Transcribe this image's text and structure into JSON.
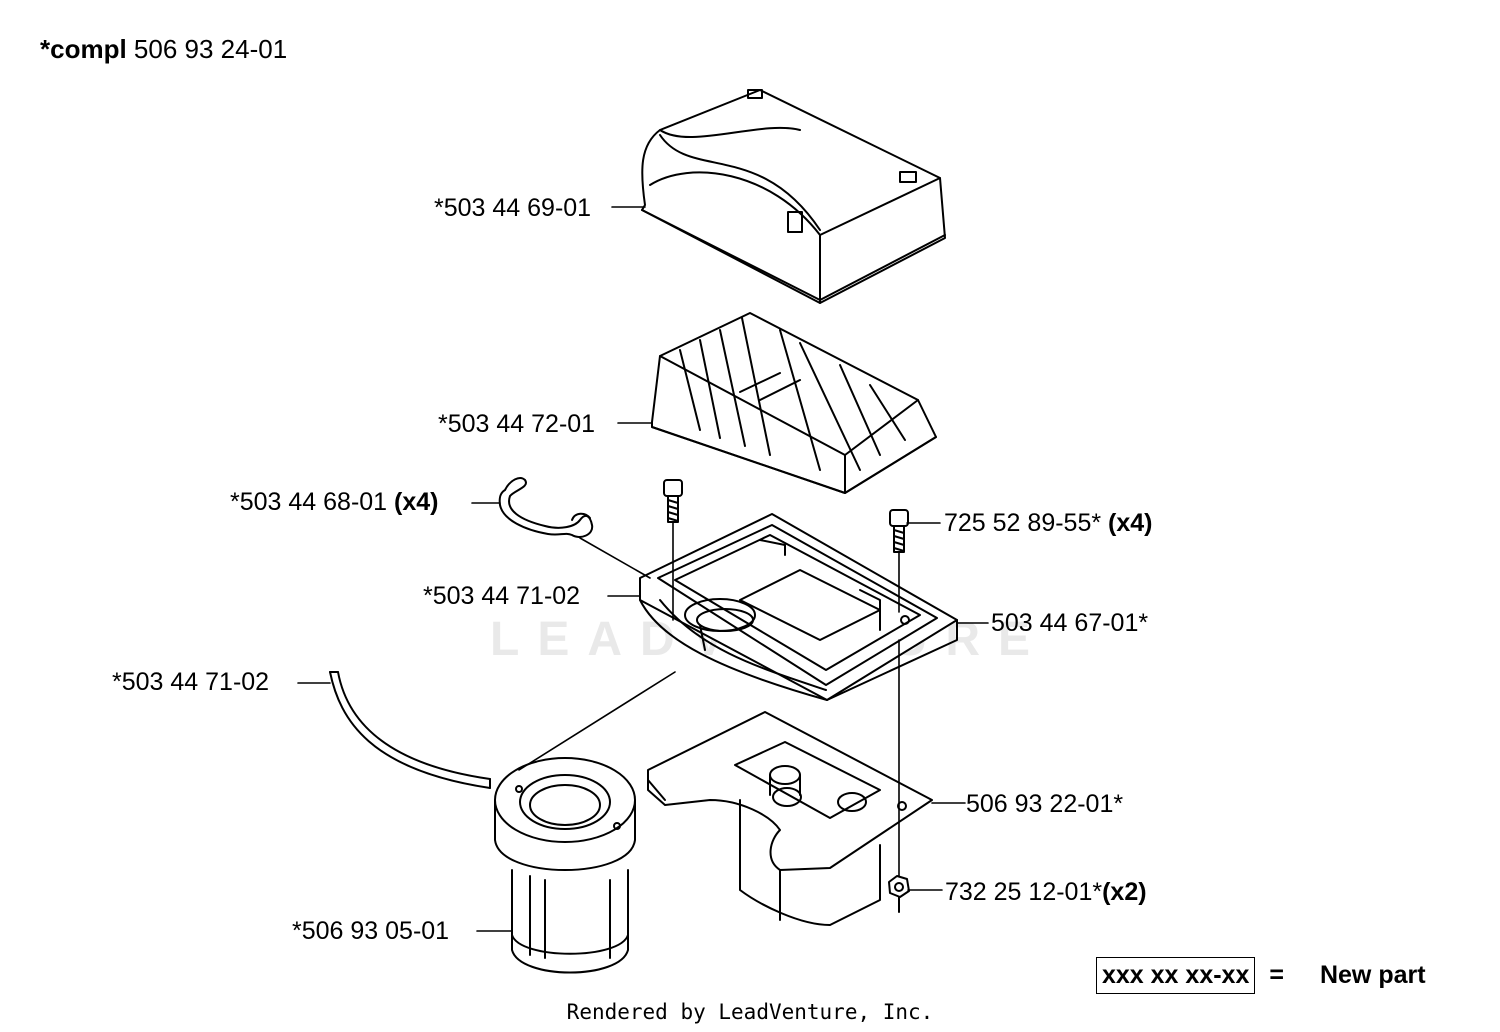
{
  "title": {
    "bold": "*compl",
    "number": "506 93 24-01"
  },
  "parts": {
    "cover": {
      "number": "*503 44 69-01",
      "qty": ""
    },
    "filter": {
      "number": "*503 44 72-01",
      "qty": ""
    },
    "clip": {
      "number": "*503 44 68-01",
      "qty": "(x4)"
    },
    "seal_upper": {
      "number": "*503 44 71-02",
      "qty": ""
    },
    "seal_lower": {
      "number": "*503 44 71-02",
      "qty": ""
    },
    "prefilter": {
      "number": "*506 93 05-01",
      "qty": ""
    },
    "screw": {
      "number": "725 52 89-55*",
      "qty": "(x4)"
    },
    "holder": {
      "number": "503 44 67-01*",
      "qty": ""
    },
    "plate": {
      "number": "506 93 22-01*",
      "qty": ""
    },
    "nut": {
      "number": "732 25 12-01*",
      "qty": "(x2)"
    }
  },
  "legend": {
    "box": "xxx xx xx-xx",
    "equals": "=",
    "text": "New part"
  },
  "footer": "Rendered by LeadVenture, Inc.",
  "watermark": "LEADVENTURE",
  "colors": {
    "line": "#000000",
    "background": "#ffffff",
    "watermark": "#e9e9e9"
  }
}
